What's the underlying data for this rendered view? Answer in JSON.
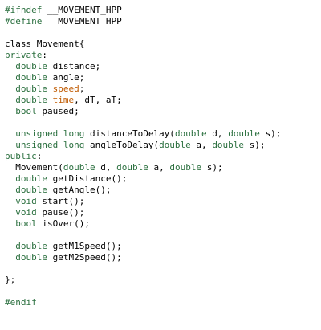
{
  "colors": {
    "background": "#ffffff",
    "plain": "#000000",
    "keyword": "#2a6f3e",
    "special": "#c05a00"
  },
  "code": {
    "cursor_line": 20,
    "lines": [
      [
        [
          "prep",
          "#ifndef"
        ],
        [
          "plain",
          " __MOVEMENT_HPP"
        ]
      ],
      [
        [
          "prep",
          "#define"
        ],
        [
          "plain",
          " __MOVEMENT_HPP"
        ]
      ],
      [],
      [
        [
          "plain",
          "class Movement{"
        ]
      ],
      [
        [
          "kw",
          "private"
        ],
        [
          "plain",
          ":"
        ]
      ],
      [
        [
          "plain",
          "  "
        ],
        [
          "kw",
          "double"
        ],
        [
          "plain",
          " distance;"
        ]
      ],
      [
        [
          "plain",
          "  "
        ],
        [
          "kw",
          "double"
        ],
        [
          "plain",
          " angle;"
        ]
      ],
      [
        [
          "plain",
          "  "
        ],
        [
          "kw",
          "double"
        ],
        [
          "plain",
          " "
        ],
        [
          "special",
          "speed"
        ],
        [
          "plain",
          ";"
        ]
      ],
      [
        [
          "plain",
          "  "
        ],
        [
          "kw",
          "double"
        ],
        [
          "plain",
          " "
        ],
        [
          "special",
          "time"
        ],
        [
          "plain",
          ", dT, aT;"
        ]
      ],
      [
        [
          "plain",
          "  "
        ],
        [
          "kw",
          "bool"
        ],
        [
          "plain",
          " paused;"
        ]
      ],
      [],
      [
        [
          "plain",
          "  "
        ],
        [
          "kw",
          "unsigned long"
        ],
        [
          "plain",
          " distanceToDelay("
        ],
        [
          "kw",
          "double"
        ],
        [
          "plain",
          " d, "
        ],
        [
          "kw",
          "double"
        ],
        [
          "plain",
          " s);"
        ]
      ],
      [
        [
          "plain",
          "  "
        ],
        [
          "kw",
          "unsigned long"
        ],
        [
          "plain",
          " angleToDelay("
        ],
        [
          "kw",
          "double"
        ],
        [
          "plain",
          " a, "
        ],
        [
          "kw",
          "double"
        ],
        [
          "plain",
          " s);"
        ]
      ],
      [
        [
          "kw",
          "public"
        ],
        [
          "plain",
          ":"
        ]
      ],
      [
        [
          "plain",
          "  Movement("
        ],
        [
          "kw",
          "double"
        ],
        [
          "plain",
          " d, "
        ],
        [
          "kw",
          "double"
        ],
        [
          "plain",
          " a, "
        ],
        [
          "kw",
          "double"
        ],
        [
          "plain",
          " s);"
        ]
      ],
      [
        [
          "plain",
          "  "
        ],
        [
          "kw",
          "double"
        ],
        [
          "plain",
          " getDistance();"
        ]
      ],
      [
        [
          "plain",
          "  "
        ],
        [
          "kw",
          "double"
        ],
        [
          "plain",
          " getAngle();"
        ]
      ],
      [
        [
          "plain",
          "  "
        ],
        [
          "kw",
          "void"
        ],
        [
          "plain",
          " start();"
        ]
      ],
      [
        [
          "plain",
          "  "
        ],
        [
          "kw",
          "void"
        ],
        [
          "plain",
          " pause();"
        ]
      ],
      [
        [
          "plain",
          "  "
        ],
        [
          "kw",
          "bool"
        ],
        [
          "plain",
          " isOver();"
        ]
      ],
      [],
      [
        [
          "plain",
          "  "
        ],
        [
          "kw",
          "double"
        ],
        [
          "plain",
          " getM1Speed();"
        ]
      ],
      [
        [
          "plain",
          "  "
        ],
        [
          "kw",
          "double"
        ],
        [
          "plain",
          " getM2Speed();"
        ]
      ],
      [],
      [
        [
          "plain",
          "};"
        ]
      ],
      [],
      [
        [
          "prep",
          "#endif"
        ]
      ]
    ]
  }
}
